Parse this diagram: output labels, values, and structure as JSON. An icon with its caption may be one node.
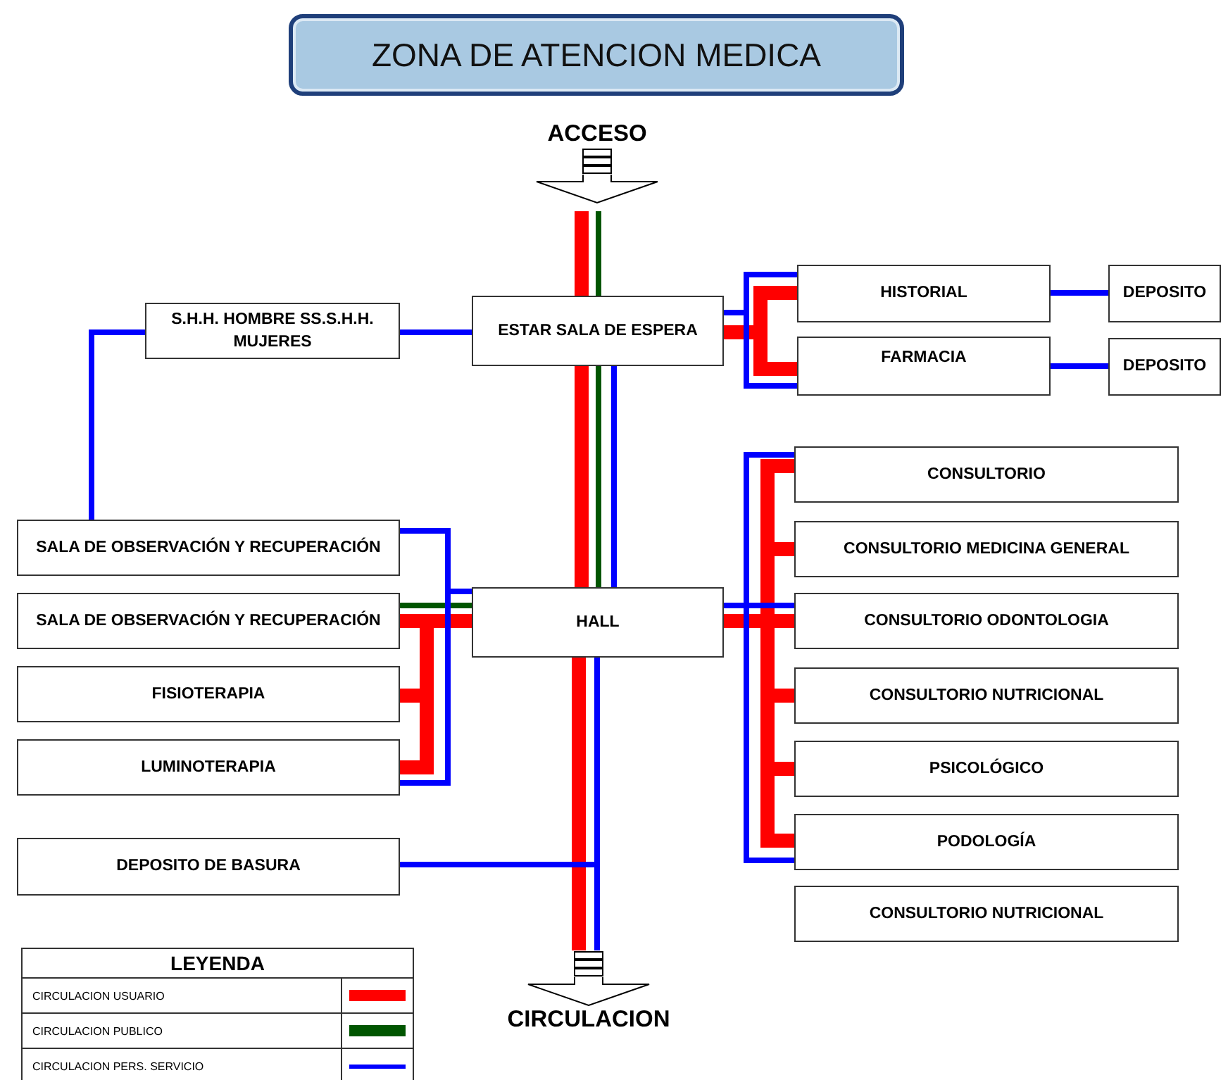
{
  "diagram": {
    "title": "ZONA DE ATENCION MEDICA",
    "nodes": [
      {
        "text": [
          "ACCESO"
        ]
      },
      {
        "text": [
          "S.H.H. HOMBRE SS.S.H.H. MUJERES"
        ]
      },
      {
        "text": [
          "ESTAR SALA DE ESPERA"
        ]
      },
      {
        "text": [
          "HISTORIAL"
        ]
      },
      {
        "text": [
          "DEPOSITO"
        ]
      },
      {
        "text": [
          "FARMACIA"
        ]
      },
      {
        "text": [
          "DEPOSITO"
        ]
      },
      {
        "text": [
          "CONSULTORIO"
        ]
      },
      {
        "text": [
          "SALA DE OBSERVACIÓN Y RECUPERACIÓN"
        ]
      },
      {
        "text": [
          "CONSULTORIO MEDICINA GENERAL"
        ]
      },
      {
        "text": [
          "SALA DE OBSERVACIÓN Y RECUPERACIÓN"
        ]
      },
      {
        "text": [
          "HALL"
        ]
      },
      {
        "text": [
          "CONSULTORIO ODONTOLOGIA"
        ]
      },
      {
        "text": [
          "FISIOTERAPIA"
        ]
      },
      {
        "text": [
          "CONSULTORIO NUTRICIONAL"
        ]
      },
      {
        "text": [
          "LUMINOTERAPIA"
        ]
      },
      {
        "text": [
          "PSICOLÓGICO"
        ]
      },
      {
        "text": [
          "DEPOSITO DE BASURA"
        ]
      },
      {
        "text": [
          "PODOLOGÍA"
        ]
      },
      {
        "text": [
          "CONSULTORIO NUTRICIONAL"
        ]
      },
      {
        "text": [
          "CIRCULACION"
        ]
      }
    ],
    "edges": [
      {
        "from": 0,
        "to": 2,
        "arrow": "none",
        "style": "thick",
        "color": "#ff0000"
      },
      {
        "from": 0,
        "to": 2,
        "arrow": "none",
        "color": "#005500"
      },
      {
        "from": 2,
        "to": 11,
        "arrow": "none",
        "style": "thick",
        "color": "#ff0000"
      },
      {
        "from": 2,
        "to": 11,
        "arrow": "none",
        "color": "#005500"
      },
      {
        "from": 2,
        "to": 11,
        "arrow": "none",
        "color": "#0000ff"
      },
      {
        "from": 11,
        "to": 20,
        "arrow": "none",
        "style": "thick",
        "color": "#ff0000"
      },
      {
        "from": 11,
        "to": 20,
        "arrow": "none",
        "color": "#0000ff"
      },
      {
        "from": 1,
        "to": 2,
        "arrow": "none",
        "color": "#0000ff"
      },
      {
        "from": 1,
        "to": 8,
        "arrow": "none",
        "color": "#0000ff"
      },
      {
        "from": 2,
        "to": 3,
        "arrow": "none",
        "style": "thick",
        "color": "#ff0000"
      },
      {
        "from": 2,
        "to": 5,
        "arrow": "none",
        "style": "thick",
        "color": "#ff0000"
      },
      {
        "from": 2,
        "to": 3,
        "arrow": "none",
        "color": "#0000ff"
      },
      {
        "from": 2,
        "to": 5,
        "arrow": "none",
        "color": "#0000ff"
      },
      {
        "from": 3,
        "to": 4,
        "arrow": "none",
        "color": "#0000ff"
      },
      {
        "from": 5,
        "to": 6,
        "arrow": "none",
        "color": "#0000ff"
      },
      {
        "from": 11,
        "to": 7,
        "arrow": "none",
        "style": "thick",
        "color": "#ff0000"
      },
      {
        "from": 11,
        "to": 9,
        "arrow": "none",
        "style": "thick",
        "color": "#ff0000"
      },
      {
        "from": 11,
        "to": 12,
        "arrow": "none",
        "style": "thick",
        "color": "#ff0000"
      },
      {
        "from": 11,
        "to": 14,
        "arrow": "none",
        "style": "thick",
        "color": "#ff0000"
      },
      {
        "from": 11,
        "to": 16,
        "arrow": "none",
        "style": "thick",
        "color": "#ff0000"
      },
      {
        "from": 11,
        "to": 18,
        "arrow": "none",
        "style": "thick",
        "color": "#ff0000"
      },
      {
        "from": 11,
        "to": 7,
        "arrow": "none",
        "color": "#0000ff"
      },
      {
        "from": 11,
        "to": 12,
        "arrow": "none",
        "color": "#0000ff"
      },
      {
        "from": 11,
        "to": 18,
        "arrow": "none",
        "color": "#0000ff"
      },
      {
        "from": 11,
        "to": 10,
        "arrow": "none",
        "style": "thick",
        "color": "#ff0000"
      },
      {
        "from": 11,
        "to": 13,
        "arrow": "none",
        "style": "thick",
        "color": "#ff0000"
      },
      {
        "from": 11,
        "to": 15,
        "arrow": "none",
        "style": "thick",
        "color": "#ff0000"
      },
      {
        "from": 11,
        "to": 10,
        "arrow": "none",
        "color": "#005500"
      },
      {
        "from": 8,
        "to": 11,
        "arrow": "none",
        "color": "#0000ff"
      },
      {
        "from": 8,
        "to": 15,
        "arrow": "none",
        "color": "#0000ff"
      },
      {
        "from": 17,
        "to": 11,
        "arrow": "none",
        "color": "#0000ff"
      }
    ],
    "labels": [
      "LEYENDA"
    ],
    "legend": [
      {
        "text": "CIRCULACION USUARIO",
        "color": "#ff0000"
      },
      {
        "text": "CIRCULACION PUBLICO",
        "color": "#005500"
      },
      {
        "text": "CIRCULACION PERS. SERVICIO",
        "color": "#0000ff"
      }
    ]
  }
}
